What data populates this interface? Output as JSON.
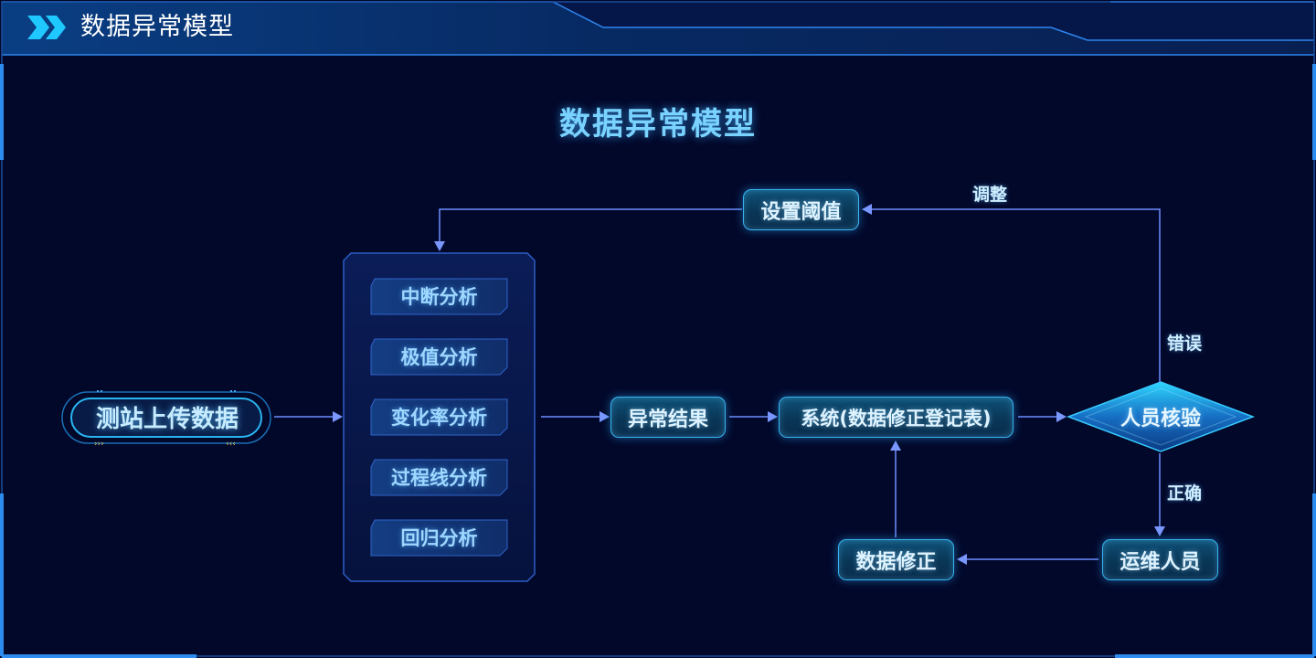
{
  "header": {
    "title": "数据异常模型"
  },
  "diagram": {
    "title": "数据异常模型",
    "start_node": "测站上传数据",
    "analysis_methods": [
      "中断分析",
      "极值分析",
      "变化率分析",
      "过程线分析",
      "回归分析"
    ],
    "result_node": "异常结果",
    "system_node": "系统(数据修正登记表)",
    "review_node": "人员核验",
    "threshold_node": "设置阈值",
    "ops_node": "运维人员",
    "correction_node": "数据修正",
    "edge_labels": {
      "adjust": "调整",
      "error": "错误",
      "correct": "正确"
    }
  },
  "colors": {
    "background": "#02082a",
    "line": "#6c8dff",
    "frame": "#2d7fe8",
    "node_border": "#37b3ef",
    "title": "#7ad3ff",
    "header_arrows": "#1fc9ff"
  }
}
